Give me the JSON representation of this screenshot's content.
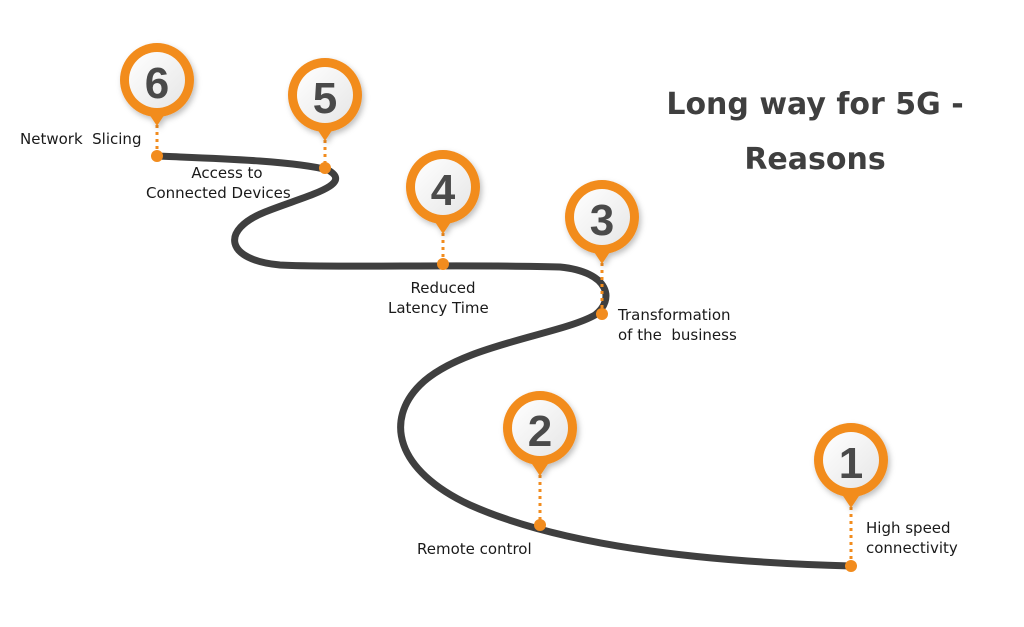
{
  "title": {
    "line1": "Long way for 5G  -",
    "line2": "Reasons"
  },
  "milestones": [
    {
      "number": "1",
      "label_line1": "High speed",
      "label_line2": "connectivity"
    },
    {
      "number": "2",
      "label_line1": "Remote control",
      "label_line2": ""
    },
    {
      "number": "3",
      "label_line1": "Transformation",
      "label_line2": "of the  business"
    },
    {
      "number": "4",
      "label_line1": "Reduced",
      "label_line2": "Latency Time"
    },
    {
      "number": "5",
      "label_line1": "Access to",
      "label_line2": "Connected Devices"
    },
    {
      "number": "6",
      "label_line1": "Network  Slicing",
      "label_line2": ""
    }
  ],
  "colors": {
    "accent": "#F28C1E",
    "road": "#3f3f3f",
    "title": "#3f3f3f",
    "badge_face": "#ffffff",
    "number": "#4a4a4a"
  }
}
